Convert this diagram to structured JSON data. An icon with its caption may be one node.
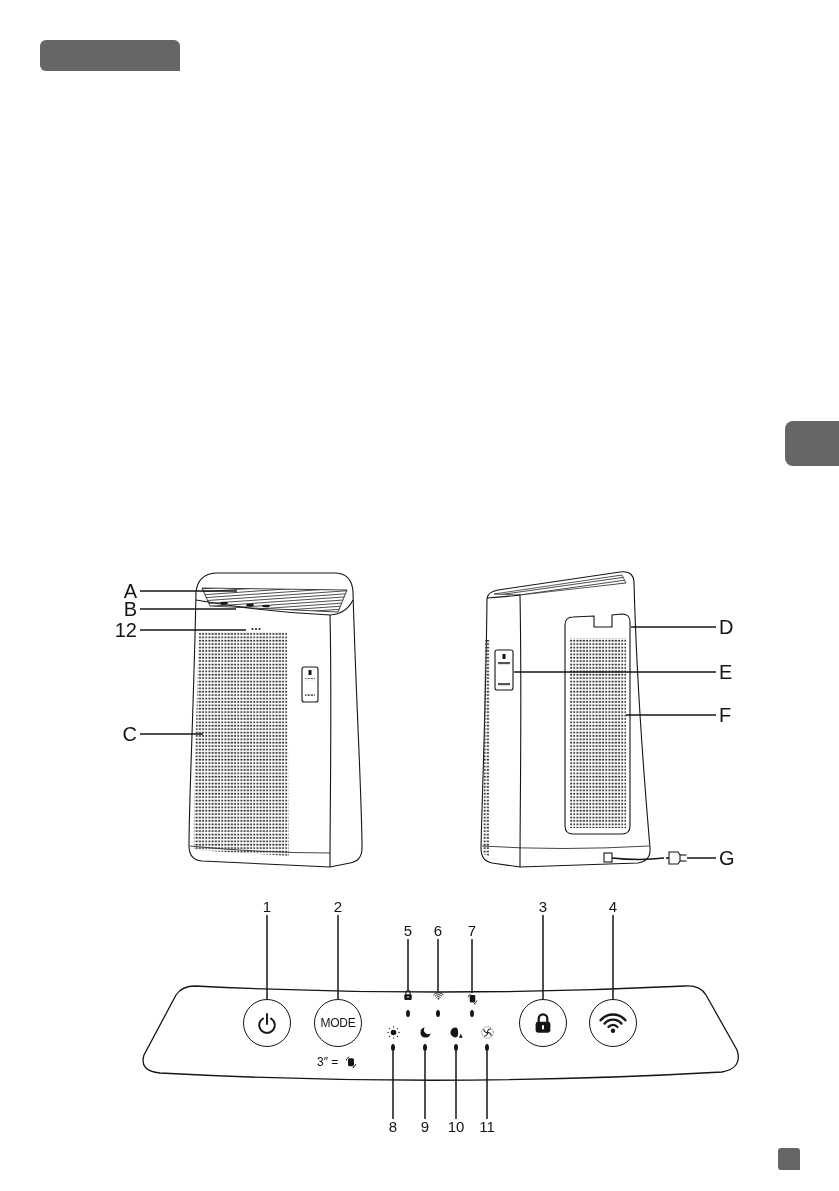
{
  "diagram": {
    "nodes": [
      {
        "text": [
          "A"
        ]
      },
      {
        "text": [
          "B"
        ]
      },
      {
        "text": [
          "12"
        ]
      },
      {
        "text": [
          "C"
        ]
      },
      {
        "text": [
          "D"
        ]
      },
      {
        "text": [
          "E"
        ]
      },
      {
        "text": [
          "F"
        ]
      },
      {
        "text": [
          "G"
        ]
      },
      {
        "text": [],
        "shape": "picture"
      },
      {
        "text": [
          "1"
        ]
      },
      {
        "text": [
          "2"
        ]
      },
      {
        "text": [
          "3"
        ]
      },
      {
        "text": [
          "4"
        ]
      },
      {
        "text": [
          "5"
        ]
      },
      {
        "text": [
          "6"
        ]
      },
      {
        "text": [
          "7"
        ]
      },
      {
        "text": [],
        "shape": "box"
      },
      {
        "text": [],
        "shape": "circle",
        "in": 16
      },
      {
        "text": [
          "MODE"
        ],
        "beside": [
          "3″ ="
        ],
        "in": 16
      },
      {
        "text": [],
        "shape": "picture",
        "in": 16
      },
      {
        "text": [],
        "shape": "picture",
        "in": 16
      },
      {
        "text": [],
        "shape": "picture",
        "in": 16
      },
      {
        "text": [],
        "shape": "circle",
        "in": 16
      },
      {
        "text": [],
        "shape": "circle",
        "in": 16
      },
      {
        "text": [],
        "shape": "circle",
        "in": 16
      },
      {
        "text": [],
        "shape": "circle",
        "in": 16
      },
      {
        "text": [],
        "shape": "circle",
        "in": 16
      },
      {
        "text": [],
        "shape": "circle",
        "in": 16
      },
      {
        "text": [
          "8"
        ]
      },
      {
        "text": [
          "9"
        ]
      },
      {
        "text": [
          "10"
        ]
      },
      {
        "text": [
          "11"
        ]
      },
      {
        "text": [],
        "shape": "box"
      },
      {
        "text": [],
        "shape": "box",
        "in": 32
      },
      {
        "text": [],
        "shape": "box"
      }
    ],
    "edges": [
      {
        "from": 0,
        "to": null,
        "arrow": "none"
      },
      {
        "from": 1,
        "to": null,
        "arrow": "none"
      },
      {
        "from": 2,
        "to": null,
        "arrow": "none"
      },
      {
        "from": 3,
        "to": null,
        "arrow": "none"
      },
      {
        "from": 4,
        "to": 32,
        "arrow": "none"
      },
      {
        "from": 5,
        "to": 34,
        "arrow": "none"
      },
      {
        "from": 6,
        "to": 33,
        "arrow": "none"
      },
      {
        "from": 7,
        "to": 8,
        "arrow": "none"
      },
      {
        "from": 9,
        "to": 17,
        "arrow": "none"
      },
      {
        "from": 10,
        "to": 18,
        "arrow": "none"
      },
      {
        "from": 11,
        "to": 26,
        "arrow": "none"
      },
      {
        "from": 12,
        "to": 27,
        "arrow": "none"
      },
      {
        "from": 13,
        "to": 19,
        "arrow": "none"
      },
      {
        "from": 14,
        "to": 20,
        "arrow": "none"
      },
      {
        "from": 15,
        "to": 21,
        "arrow": "none"
      },
      {
        "from": 28,
        "to": 22,
        "arrow": "none"
      },
      {
        "from": 29,
        "to": 23,
        "arrow": "none"
      },
      {
        "from": 30,
        "to": 24,
        "arrow": "none"
      },
      {
        "from": 31,
        "to": 25,
        "arrow": "none"
      }
    ]
  }
}
